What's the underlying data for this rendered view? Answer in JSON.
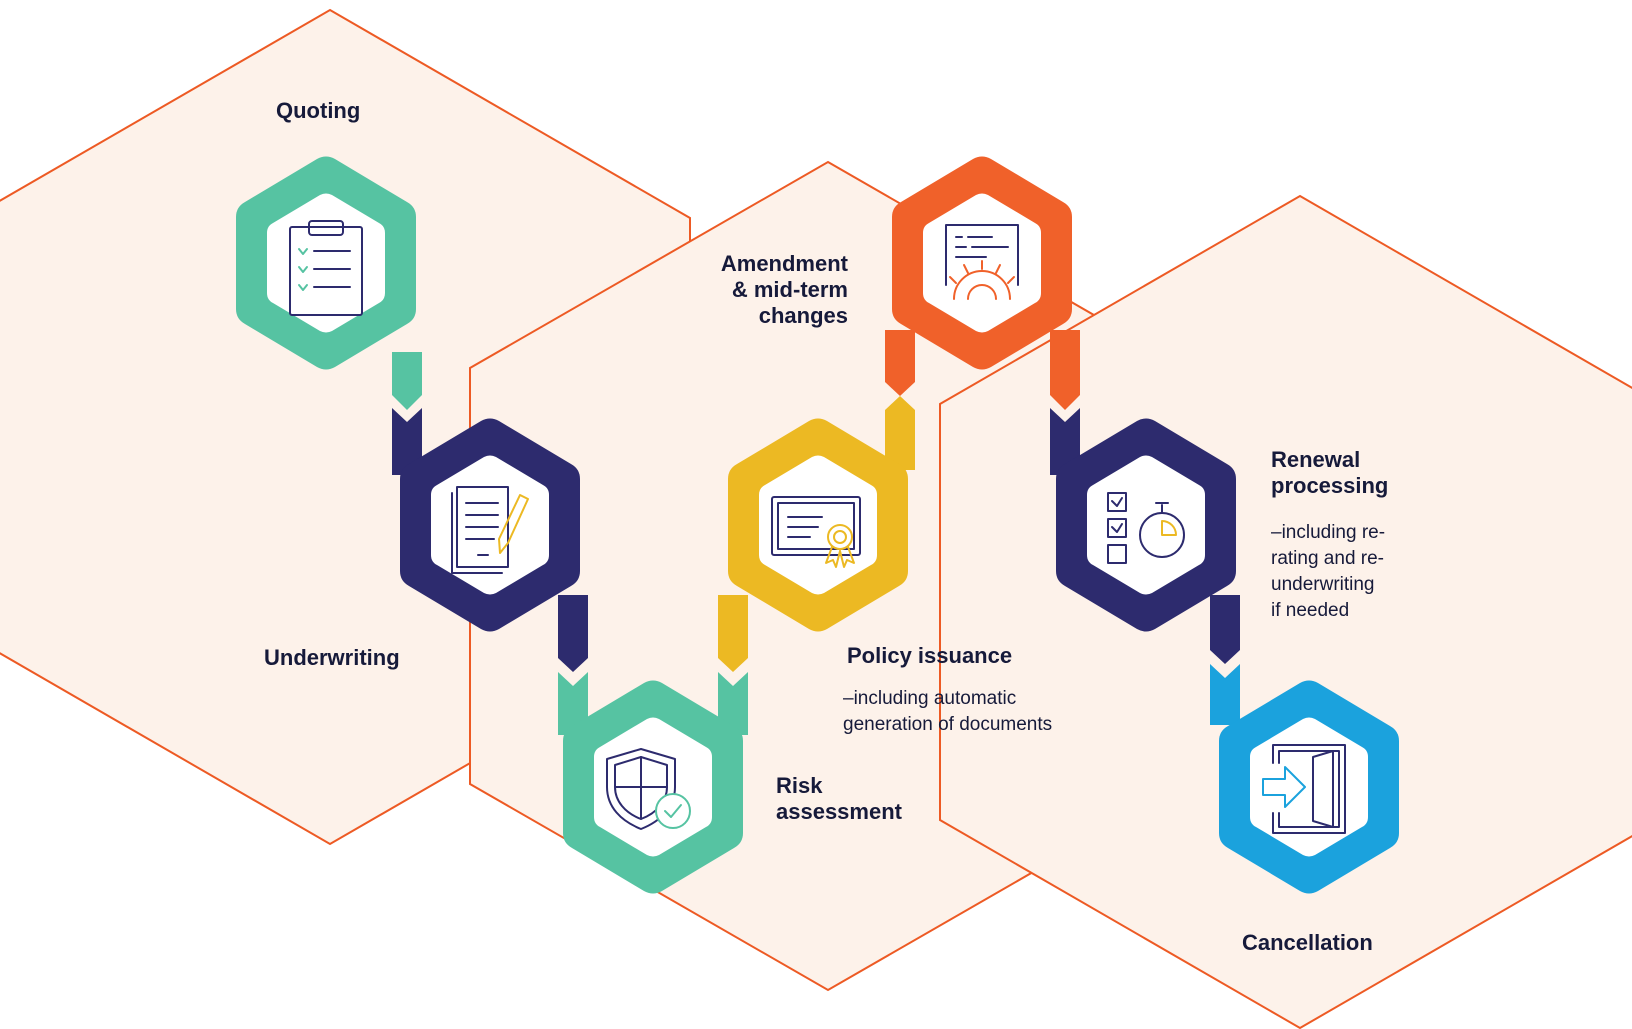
{
  "colors": {
    "background_hex": "#fdf2ea",
    "outline": "#ed5a24",
    "green": "#56c3a2",
    "navy": "#2d2b6e",
    "orange": "#f0612a",
    "yellow": "#ecb923",
    "blue": "#1ba2dd",
    "icon_stroke": "#2d2b6e"
  },
  "steps": [
    {
      "id": "quoting",
      "title": "Quoting",
      "icon": "clipboard-checklist-icon",
      "color": "green"
    },
    {
      "id": "underwriting",
      "title": "Underwriting",
      "icon": "document-pen-icon",
      "color": "navy"
    },
    {
      "id": "risk",
      "title": "Risk assessment",
      "title_lines": [
        "Risk",
        "assessment"
      ],
      "icon": "shield-check-icon",
      "color": "green"
    },
    {
      "id": "policy",
      "title": "Policy issuance",
      "description_lines": [
        "–including automatic",
        "generation of documents"
      ],
      "icon": "certificate-icon",
      "color": "yellow"
    },
    {
      "id": "amendment",
      "title": "Amendment & mid-term changes",
      "title_lines": [
        "Amendment",
        "& mid-term",
        "changes"
      ],
      "icon": "document-gear-icon",
      "color": "orange"
    },
    {
      "id": "renewal",
      "title": "Renewal processing",
      "title_lines": [
        "Renewal",
        "processing"
      ],
      "description_lines": [
        "–including re-",
        "rating and re-",
        "underwriting",
        "if needed"
      ],
      "icon": "checklist-stopwatch-icon",
      "color": "navy"
    },
    {
      "id": "cancellation",
      "title": "Cancellation",
      "icon": "exit-door-icon",
      "color": "blue"
    }
  ]
}
